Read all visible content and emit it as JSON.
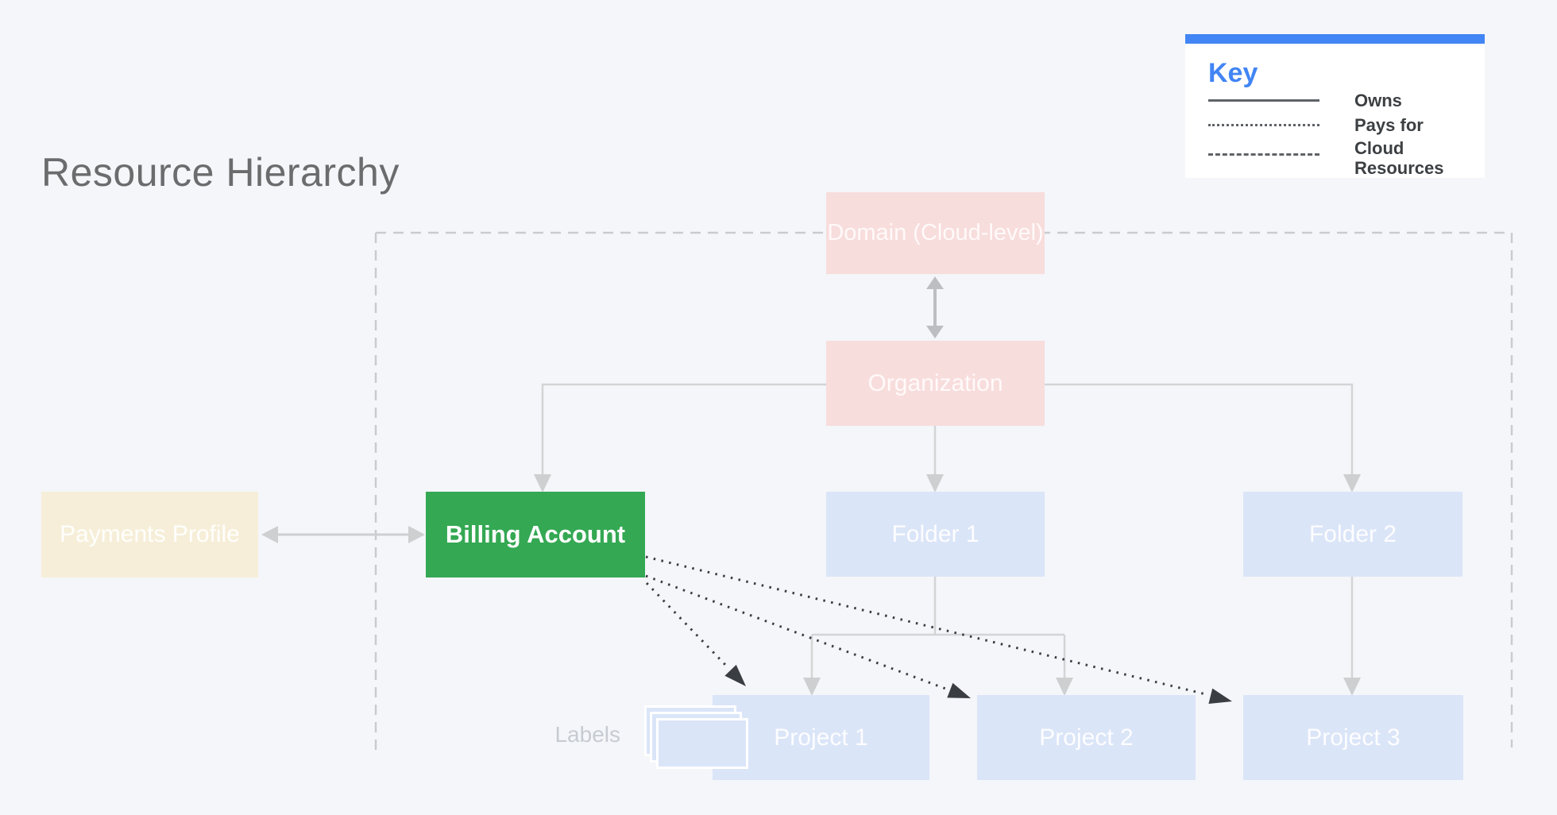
{
  "title": "Resource Hierarchy",
  "key": {
    "heading": "Key",
    "items": [
      {
        "style": "solid",
        "label": "Owns"
      },
      {
        "style": "dotted",
        "label": "Pays for"
      },
      {
        "style": "dashed",
        "label": "Cloud Resources"
      }
    ]
  },
  "nodes": {
    "domain": {
      "label": "Domain (Cloud-level)"
    },
    "organization": {
      "label": "Organization"
    },
    "payments_profile": {
      "label": "Payments Profile"
    },
    "billing_account": {
      "label": "Billing Account"
    },
    "folder1": {
      "label": "Folder 1"
    },
    "folder2": {
      "label": "Folder 2"
    },
    "project1": {
      "label": "Project 1"
    },
    "project2": {
      "label": "Project 2"
    },
    "project3": {
      "label": "Project 3"
    }
  },
  "annotations": {
    "labels_caption": "Labels"
  },
  "colors": {
    "background": "#f4f6f9",
    "domain_org_pink": "#f8dddd",
    "folder_project_blue": "#dbe5f8",
    "payments_cream": "#f6eed8",
    "billing_green": "#34a853",
    "key_accent_blue": "#4285f4",
    "owns_connector_gray": "#d2d4d6",
    "pays_for_dark": "#3a3d41",
    "boundary_dash_gray": "#c9cccf",
    "title_gray": "#6a6c6d"
  }
}
